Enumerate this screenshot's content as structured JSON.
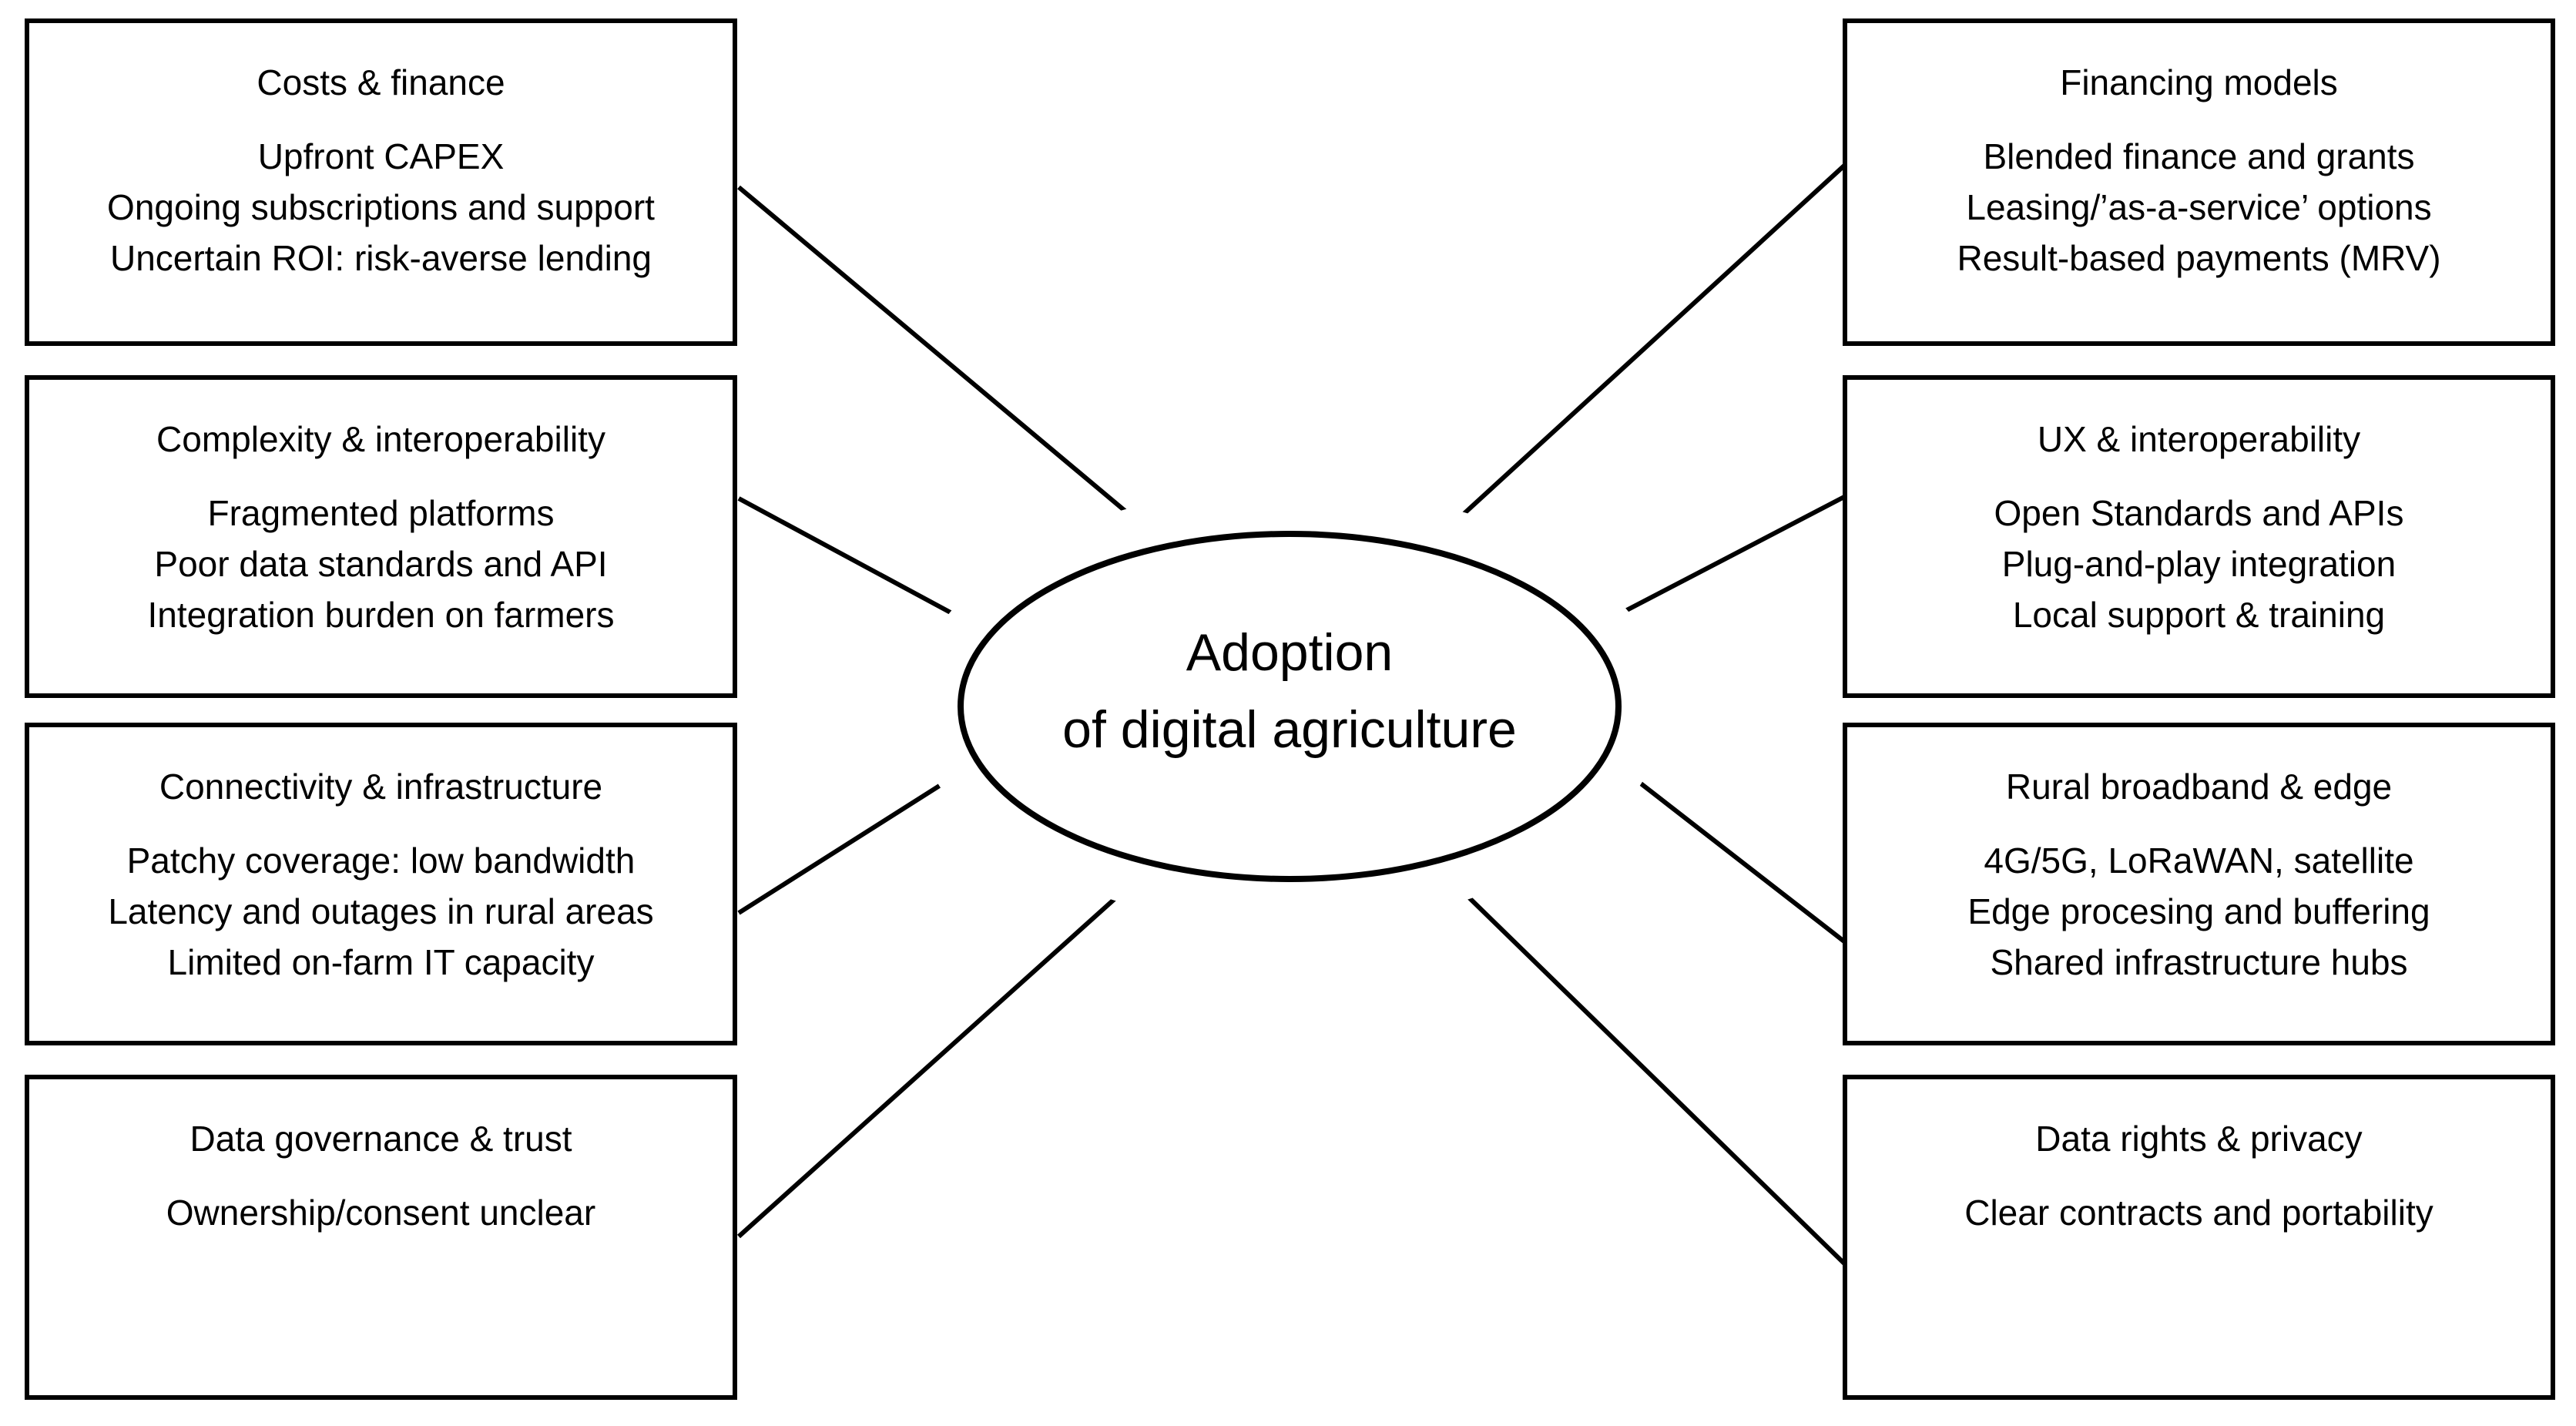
{
  "diagram": {
    "center": {
      "line1": "Adoption",
      "line2": "of digital agriculture"
    },
    "left_boxes": [
      {
        "title": "Costs & finance",
        "items": [
          "Upfront CAPEX",
          "Ongoing subscriptions and support",
          "Uncertain ROI: risk-averse lending"
        ]
      },
      {
        "title": "Complexity & interoperability",
        "items": [
          "Fragmented platforms",
          "Poor data standards and API",
          "Integration burden on farmers"
        ]
      },
      {
        "title": "Connectivity & infrastructure",
        "items": [
          "Patchy coverage: low bandwidth",
          "Latency and outages in rural areas",
          "Limited on-farm IT capacity"
        ]
      },
      {
        "title": "Data governance & trust",
        "items": [
          "Ownership/consent unclear"
        ]
      }
    ],
    "right_boxes": [
      {
        "title": "Financing models",
        "items": [
          "Blended finance and grants",
          "Leasing/’as-a-service’ options",
          "Result-based payments (MRV)"
        ]
      },
      {
        "title": "UX & interoperability",
        "items": [
          "Open Standards and APIs",
          "Plug-and-play integration",
          "Local support & training"
        ]
      },
      {
        "title": "Rural broadband & edge",
        "items": [
          "4G/5G, LoRaWAN, satellite",
          "Edge procesing and buffering",
          "Shared infrastructure hubs"
        ]
      },
      {
        "title": "Data rights & privacy",
        "items": [
          "Clear contracts and portability"
        ]
      }
    ],
    "colors": {
      "ink": "#000000",
      "paper": "#ffffff"
    }
  }
}
